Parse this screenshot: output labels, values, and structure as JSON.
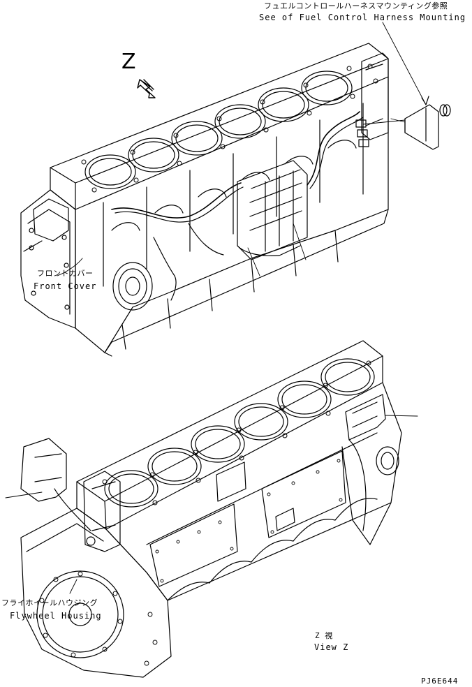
{
  "labels": {
    "z_mark": "Z",
    "callout_jp": "フュエルコントロールハーネスマウンティング参照",
    "callout_en": "See of Fuel Control Harness Mounting",
    "front_cover_jp": "フロントカバー",
    "front_cover_en": "Front Cover",
    "flywheel_jp": "フライホイールハウジング",
    "flywheel_en": "Flywheel Housing",
    "view_z_jp": "Z 視",
    "view_z_en": "View Z",
    "part_code": "PJ6E644"
  },
  "colors": {
    "line": "#000000",
    "background": "#ffffff"
  },
  "icons": {
    "view_arrow": "view-direction-arrow-icon"
  }
}
